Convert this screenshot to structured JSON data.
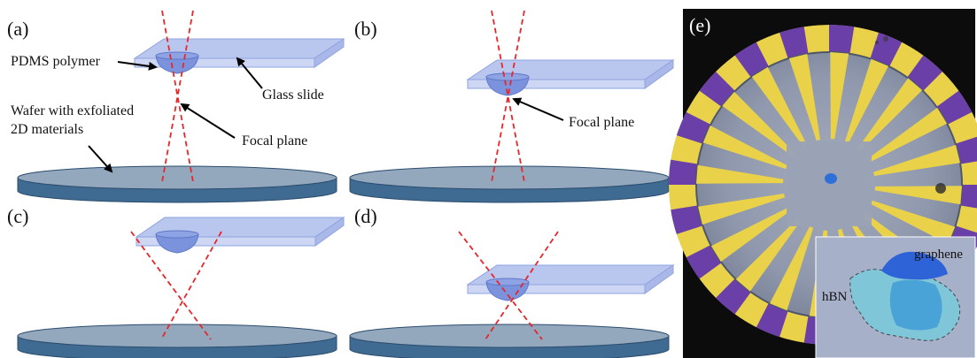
{
  "panels": {
    "a": {
      "label": "(a)",
      "annotations": {
        "pdms": "PDMS polymer",
        "glass": "Glass slide",
        "wafer_line1": "Wafer with exfoliated",
        "wafer_line2": "2D materials",
        "focal": "Focal plane"
      }
    },
    "b": {
      "label": "(b)",
      "annotations": {
        "focal": "Focal plane"
      }
    },
    "c": {
      "label": "(c)"
    },
    "d": {
      "label": "(d)"
    },
    "e": {
      "label": "(e)",
      "annotations": {
        "graphene": "graphene",
        "hbn": "hBN"
      }
    }
  },
  "colors": {
    "glass_fill": "#cdd7f3",
    "glass_top": "#b9c6ee",
    "glass_edge": "#8fa3e0",
    "pdms_fill": "#7b93dd",
    "wafer_top": "#93a7bd",
    "wafer_side": "#3f6a91",
    "wafer_edge": "#2d4d6e",
    "laser_line": "#e8262a",
    "electrode_gold": "#e9d24a",
    "gap_purple": "#6a3fa8",
    "chip_grey": "#8f97ab"
  }
}
